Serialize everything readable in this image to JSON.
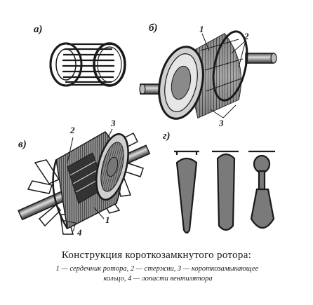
{
  "labels": {
    "a": "а)",
    "b": "б)",
    "v": "в)",
    "g": "г)"
  },
  "callouts": {
    "b1": "1",
    "b2": "2",
    "b3": "3",
    "v1": "1",
    "v2": "2",
    "v3": "3",
    "v4": "4"
  },
  "caption": {
    "title": "Конструкция короткозамкнутого ротора:",
    "line1": "1 — сердечник ротора, 2 — стержни, 3 — короткозамыкающее",
    "line2": "кольцо, 4 — лопасти вентилятора"
  },
  "colors": {
    "ink": "#1a1a1a",
    "background": "#ffffff",
    "mid": "#6a6a6a",
    "light": "#b5b5b5"
  }
}
